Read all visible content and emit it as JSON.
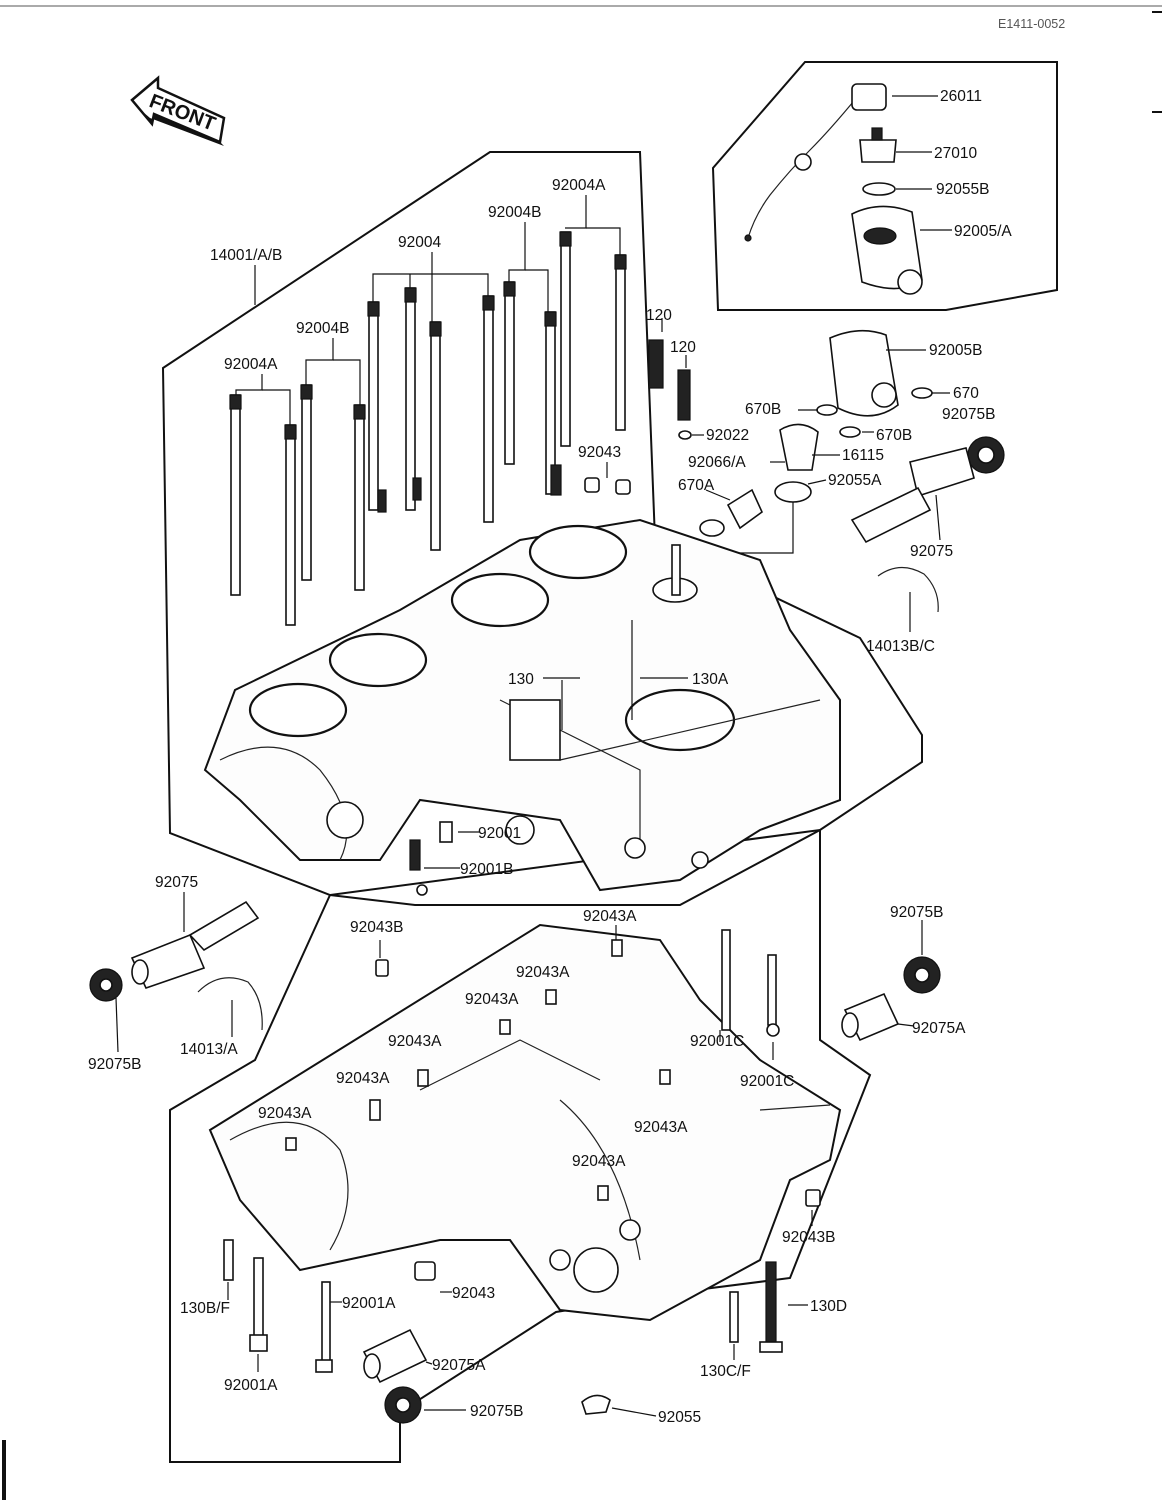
{
  "page": {
    "reference_code": "E1411-0052",
    "front_marker": "FRONT"
  },
  "labels": {
    "sw_26011": "26011",
    "sw_27010": "27010",
    "sw_92055B": "92055B",
    "sw_92005A": "92005/A",
    "p_92005B": "92005B",
    "p_670": "670",
    "p_92075B_top": "92075B",
    "p_670B_1": "670B",
    "p_670B_2": "670B",
    "p_92022": "92022",
    "p_16115": "16115",
    "p_92066A": "92066/A",
    "p_92055A": "92055A",
    "p_670A": "670A",
    "p_92075_right": "92075",
    "p_14013BC": "14013B/C",
    "p_14001AB": "14001/A/B",
    "p_92004A_top": "92004A",
    "p_92004B_top": "92004B",
    "p_92004": "92004",
    "p_92004B_mid": "92004B",
    "p_92004A_left": "92004A",
    "p_120a": "120",
    "p_120b": "120",
    "p_92043": "92043",
    "p_130": "130",
    "p_130A": "130A",
    "p_92001": "92001",
    "p_92001B": "92001B",
    "p_92075_left": "92075",
    "p_92075B_left": "92075B",
    "p_14013A": "14013/A",
    "p_92043B_a": "92043B",
    "p_92043A_a": "92043A",
    "p_92043A_b": "92043A",
    "p_92043A_c": "92043A",
    "p_92043A_d": "92043A",
    "p_92043A_e": "92043A",
    "p_92043A_f": "92043A",
    "p_92043A_g": "92043A",
    "p_92043A_h": "92043A",
    "p_92001C_a": "92001C",
    "p_92001C_b": "92001C",
    "p_92075B_right": "92075B",
    "p_92075A_right": "92075A",
    "p_92043B_b": "92043B",
    "p_92043_low": "92043",
    "p_130BF": "130B/F",
    "p_92001A_a": "92001A",
    "p_92001A_b": "92001A",
    "p_130D": "130D",
    "p_130CF": "130C/F",
    "p_92075A_low": "92075A",
    "p_92075B_low": "92075B",
    "p_92055": "92055"
  }
}
